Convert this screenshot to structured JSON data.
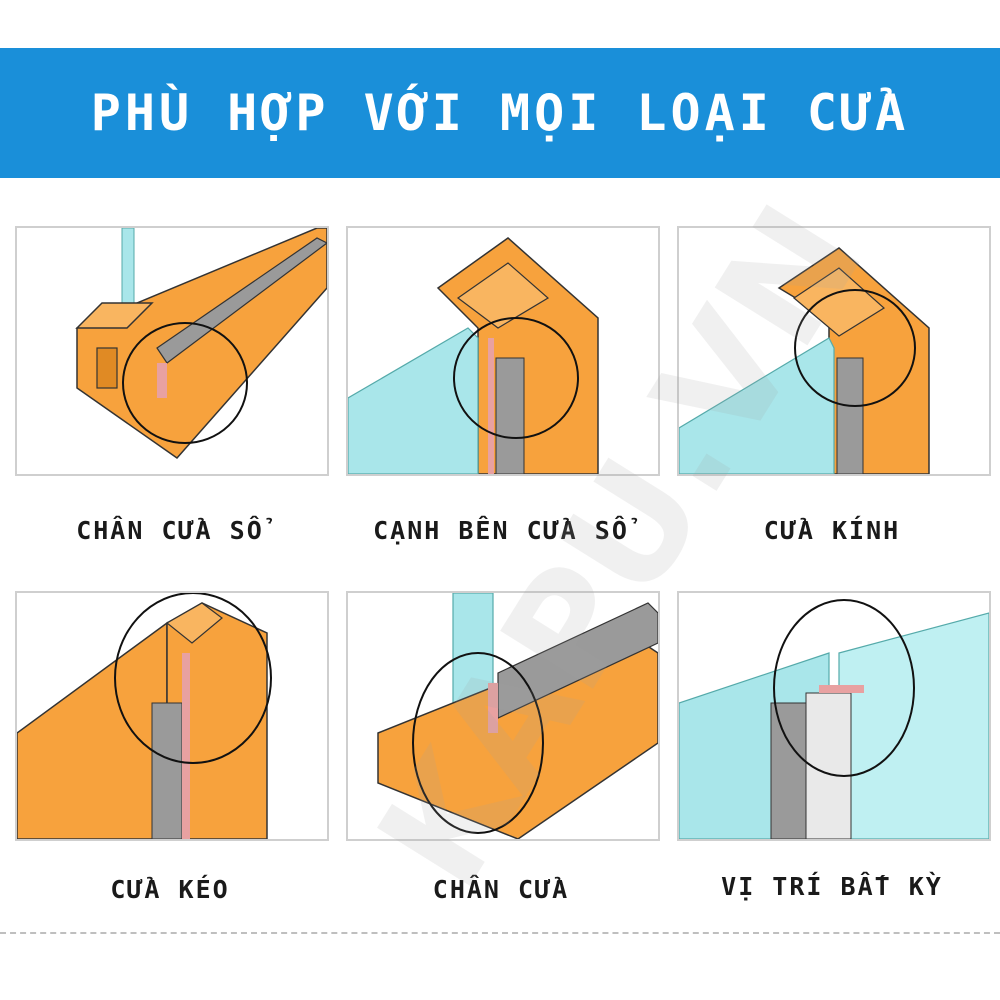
{
  "banner": {
    "title": "PHÙ HỢP VỚI MỌI LOẠI CỬA",
    "color": "#1a8fd9"
  },
  "panels": [
    {
      "caption": "CHÂN CỬA SỔ"
    },
    {
      "caption": "CẠNH BÊN CỬA SỔ"
    },
    {
      "caption": "CỬA KÍNH"
    },
    {
      "caption": "CỬA KÉO"
    },
    {
      "caption": "CHÂN CỬA"
    },
    {
      "caption": "VỊ TRÍ BẤT KỲ"
    }
  ],
  "watermark": "KAPU.VN",
  "colors": {
    "wood": "#f7a23d",
    "wood_dark": "#e08a24",
    "glass": "#a9e6ea",
    "seal": "#9a9a9a",
    "tape": "#e8a1a1"
  }
}
